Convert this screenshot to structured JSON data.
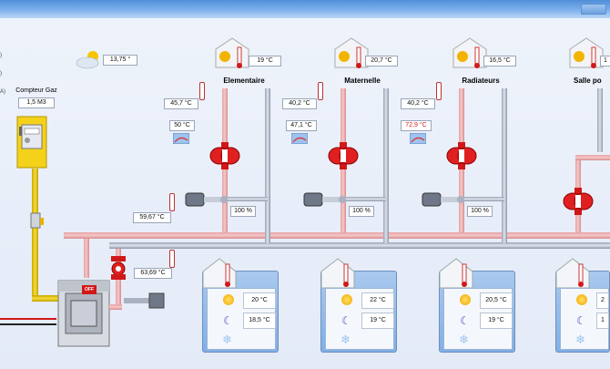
{
  "window": {
    "close_button_label": ""
  },
  "edge_marks": [
    ")",
    ")",
    "A)"
  ],
  "weather": {
    "outdoor_temp": "13,75 °"
  },
  "gas_meter": {
    "label": "Compteur Gaz",
    "value": "1,5 M3"
  },
  "boiler": {
    "status_label": "OFF",
    "outlet_temp": "63,69 °C",
    "return_temp": "59,67 °C"
  },
  "circuits": [
    {
      "name": "Elementaire",
      "room_temp": "19 °C",
      "flow_temp": "45,7 °C",
      "setpoint": "50 °C",
      "setpoint_alarm": false,
      "valve_pct": "100 %"
    },
    {
      "name": "Maternelle",
      "room_temp": "20,7 °C",
      "flow_temp": "40,2 °C",
      "setpoint": "47,1 °C",
      "setpoint_alarm": false,
      "valve_pct": "100 %"
    },
    {
      "name": "Radiateurs",
      "room_temp": "16,5 °C",
      "flow_temp": "40,2 °C",
      "setpoint": "72,9 °C",
      "setpoint_alarm": true,
      "valve_pct": "100 %"
    },
    {
      "name": "Salle po",
      "room_temp": "1"
    }
  ],
  "schedules": [
    {
      "comfort_temp": "20 °C",
      "eco_temp": "18,5 °C"
    },
    {
      "comfort_temp": "22 °C",
      "eco_temp": "19 °C"
    },
    {
      "comfort_temp": "20,5 °C",
      "eco_temp": "19 °C"
    },
    {
      "comfort_temp": "2",
      "eco_temp": "1"
    }
  ],
  "icons": {
    "weather": "sun-cloud-icon",
    "house": "house-icon",
    "sun": "sun-icon",
    "moon": "moon-icon",
    "frost": "snowflake-icon",
    "pump": "pump-icon",
    "curve": "heating-curve-icon",
    "valve": "valve-actuator-icon"
  },
  "colors": {
    "alarm": "#d62020",
    "pipe_hot": "#f0b8ba",
    "pipe_gas": "#e8c820",
    "pump": "#d01818"
  }
}
